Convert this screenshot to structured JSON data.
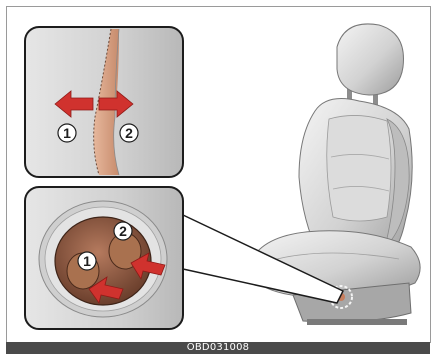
{
  "figure": {
    "code": "OBD031008"
  },
  "labels": {
    "top_left_1": "1",
    "top_right_2": "2",
    "bottom_1": "1",
    "bottom_2": "2"
  },
  "icons": {
    "arrow_left": "red-arrow-left-icon",
    "arrow_right": "red-arrow-right-icon",
    "switch_arrow": "red-push-arrow-icon",
    "seat": "car-seat-illustration"
  },
  "colors": {
    "arrow_red": "#d0322e",
    "lumbar_tan": "#d8a58a",
    "switch_brown": "#8a5a45",
    "caption_bg": "#4a4a4a",
    "panel_border": "#1c1c1c"
  }
}
